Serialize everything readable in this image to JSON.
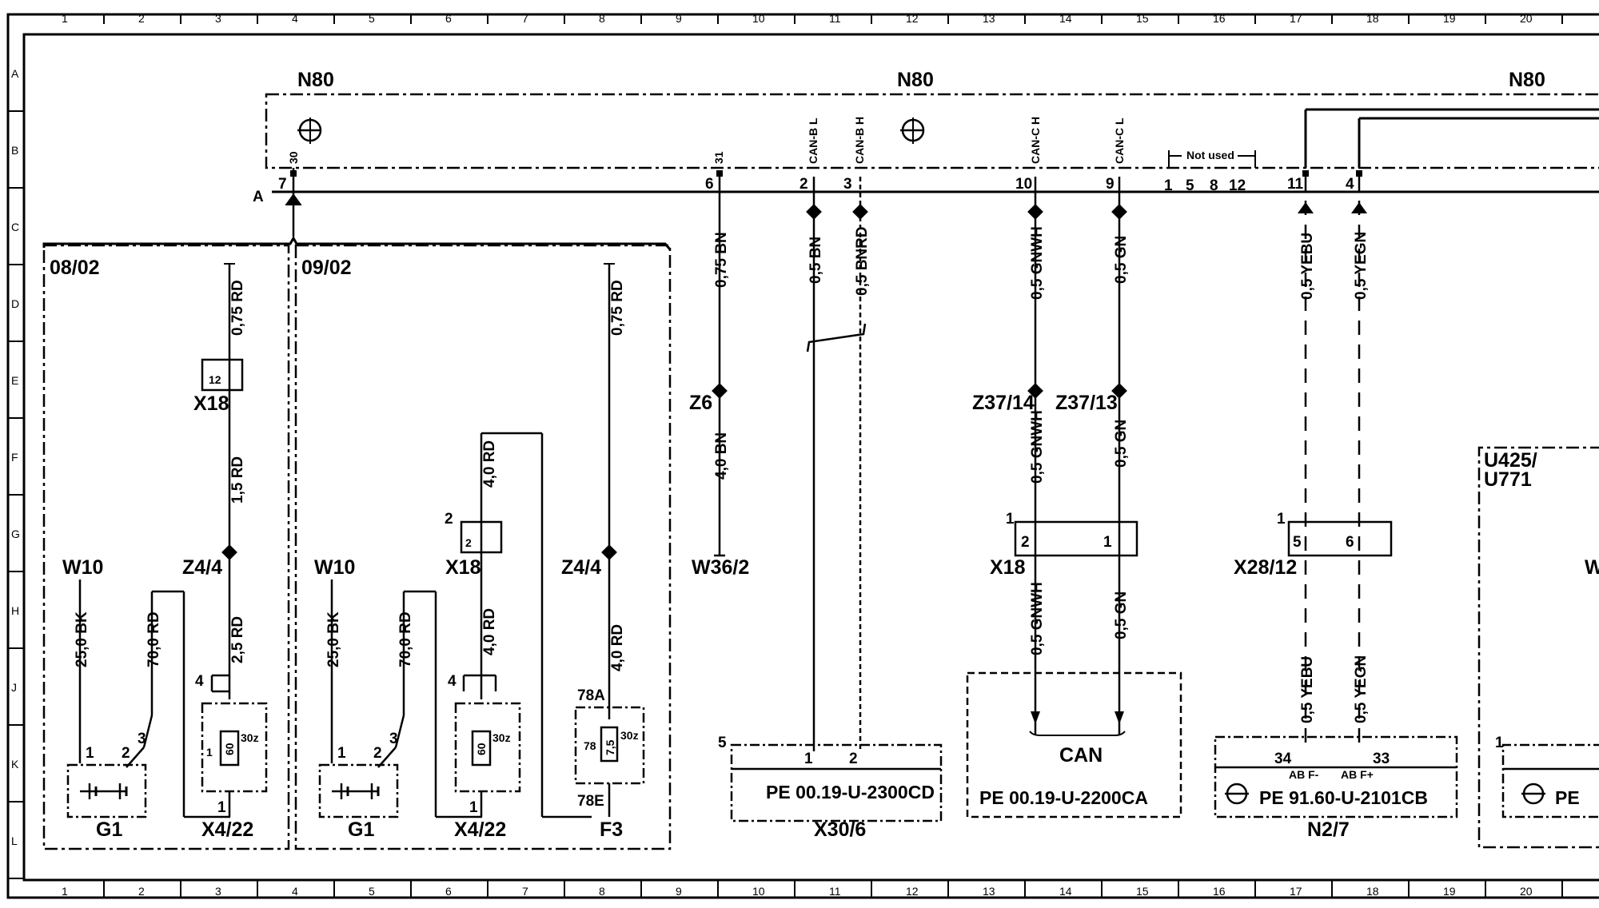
{
  "grid": {
    "columns": [
      "1",
      "2",
      "3",
      "4",
      "5",
      "6",
      "7",
      "8",
      "9",
      "10",
      "11",
      "12",
      "13",
      "14",
      "15",
      "16",
      "17",
      "18",
      "19",
      "20"
    ],
    "rows": [
      "A",
      "B",
      "C",
      "D",
      "E",
      "F",
      "G",
      "H",
      "J",
      "K",
      "L"
    ]
  },
  "modules": {
    "n80_left": "N80",
    "n80_mid": "N80",
    "n80_right": "N80",
    "u425": "U425/",
    "u771": "U771",
    "u_partial": "W"
  },
  "pins": {
    "p7": "7",
    "p30": "30",
    "pA": "A",
    "p6": "6",
    "p31": "31",
    "p2": "2",
    "canbl": "CAN-B L",
    "p3": "3",
    "canbh": "CAN-B H",
    "p10": "10",
    "canch": "CAN-C H",
    "p9": "9",
    "cancl": "CAN-C L",
    "nu1": "1",
    "nu5": "5",
    "nu8": "8",
    "nu12": "12",
    "not_used": "Not used",
    "p11": "11",
    "p4": "4"
  },
  "groups": {
    "left_ref": "08/02",
    "mid_ref": "09/02"
  },
  "components": {
    "w10_a": "W10",
    "w10_b": "W10",
    "g1_a": "G1",
    "g1_b": "G1",
    "x4_22_a": "X4/22",
    "x4_22_b": "X4/22",
    "z4_4_a": "Z4/4",
    "z4_4_b": "Z4/4",
    "x18_a": "X18",
    "x18_b": "X18",
    "x18_c": "X18",
    "f3": "F3",
    "z6": "Z6",
    "w36_2": "W36/2",
    "z37_14": "Z37/14",
    "z37_13": "Z37/13",
    "x28_12": "X28/12",
    "x30_6": "X30/6",
    "n2_7": "N2/7",
    "can": "CAN"
  },
  "terminals": {
    "g1a_1": "1",
    "g1a_2": "2",
    "g1a_3": "3",
    "g1b_1": "1",
    "g1b_2": "2",
    "g1b_3": "3",
    "x4a_4": "4",
    "x4a_1": "1",
    "x4a_1b": "1",
    "x4a_60": "60",
    "x4a_30z": "30z",
    "x4b_4": "4",
    "x4b_1": "1",
    "x4b_60": "60",
    "x4b_30z": "30z",
    "x18a_12": "12",
    "x18b_2a": "2",
    "x18b_2b": "2",
    "f3_78a": "78A",
    "f3_78e": "78E",
    "f3_78": "78",
    "f3_75": "7,5",
    "f3_30z": "30z",
    "x18c_1": "1",
    "x18c_2": "2",
    "x18c_1b": "1",
    "x28_1": "1",
    "x28_5": "5",
    "x28_6": "6",
    "x30_5": "5",
    "x30_1": "1",
    "x30_2": "2",
    "n27_34": "34",
    "n27_33": "33",
    "n27_af": "AB F-",
    "n27_afp": "AB F+",
    "u_1": "1"
  },
  "wires": {
    "w_25bk_a": "25,0 BK",
    "w_70rd_a": "70,0 RD",
    "w_25rd": "2,5 RD",
    "w_15rd": "1,5 RD",
    "w_075rd_a": "0,75 RD",
    "w_25bk_b": "25,0 BK",
    "w_70rd_b": "70,0 RD",
    "w_40rd_a": "4,0 RD",
    "w_40rd_b": "4,0 RD",
    "w_40rd_c": "4,0 RD",
    "w_075rd_b": "0,75 RD",
    "w_075bn": "0,75 BN",
    "w_40bn": "4,0 BN",
    "w_05bn": "0,5 BN",
    "w_05bnrd": "0,5 BNRD",
    "w_05gnwh_a": "0,5 GNWH",
    "w_05gnwh_b": "0,5 GNWH",
    "w_05gnwh_c": "0,5 GNWH",
    "w_05gn_a": "0,5 GN",
    "w_05gn_b": "0,5 GN",
    "w_05gn_c": "0,5 GN",
    "w_05yebu_a": "0,5 YEBU",
    "w_05yegn_a": "0,5 YEGN",
    "w_05yebu_b": "0,5 YEBU",
    "w_05yegn_b": "0,5 YEGN"
  },
  "refs": {
    "x30_ref": "PE  00.19-U-2300CD",
    "can_ref": "PE  00.19-U-2200CA",
    "n27_ref": "PE  91.60-U-2101CB",
    "u_ref": "PE"
  }
}
